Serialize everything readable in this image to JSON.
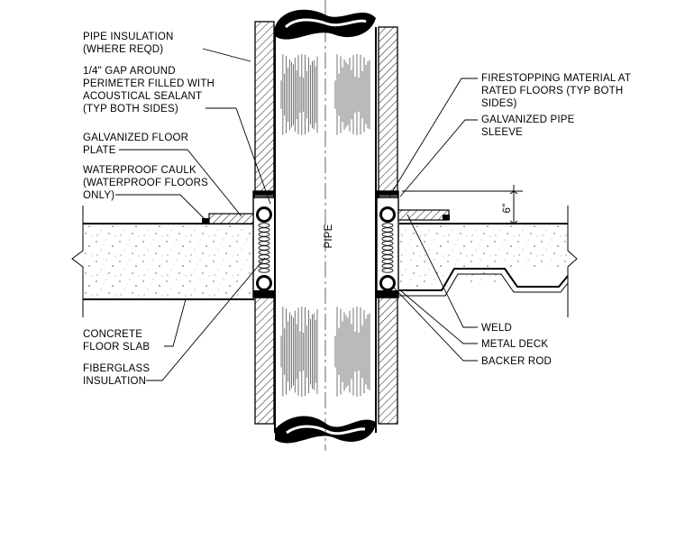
{
  "labels": {
    "pipe_insulation_1": "PIPE INSULATION",
    "pipe_insulation_2": "(WHERE REQD)",
    "gap_1": "1/4\" GAP AROUND",
    "gap_2": "PERIMETER FILLED WITH",
    "gap_3": "ACOUSTICAL SEALANT",
    "gap_4": "(TYP BOTH SIDES)",
    "floor_plate_1": "GALVANIZED FLOOR",
    "floor_plate_2": "PLATE",
    "caulk_1": "WATERPROOF CAULK",
    "caulk_2": "(WATERPROOF FLOORS",
    "caulk_3": "ONLY)",
    "slab_1": "CONCRETE",
    "slab_2": "FLOOR SLAB",
    "fiberglass_1": "FIBERGLASS",
    "fiberglass_2": "INSULATION",
    "firestop_1": "FIRESTOPPING MATERIAL AT",
    "firestop_2": "RATED FLOORS (TYP BOTH",
    "firestop_3": "SIDES)",
    "sleeve_1": "GALVANIZED PIPE",
    "sleeve_2": "SLEEVE",
    "weld": "WELD",
    "metal_deck": "METAL DECK",
    "backer_rod": "BACKER ROD",
    "pipe": "PIPE",
    "dimension": "6\""
  },
  "colors": {
    "line": "#000000",
    "background": "#ffffff"
  }
}
